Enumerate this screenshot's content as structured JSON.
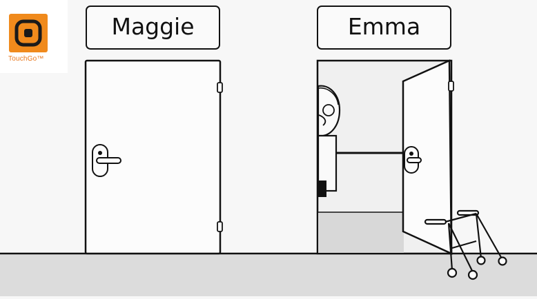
{
  "logo": {
    "brand": "TouchGo™",
    "icon": "touchgo-logo-icon",
    "color": "#f08a1c"
  },
  "doors": [
    {
      "name_plate": "Maggie",
      "state": "closed"
    },
    {
      "name_plate": "Emma",
      "state": "open"
    }
  ],
  "colors": {
    "wall": "#f7f7f7",
    "floor": "#dcdcdc",
    "outline": "#111111",
    "room_interior": "#f0f0f0"
  },
  "figures": {
    "person": "person-peeking-icon",
    "walker": "walker-icon"
  }
}
